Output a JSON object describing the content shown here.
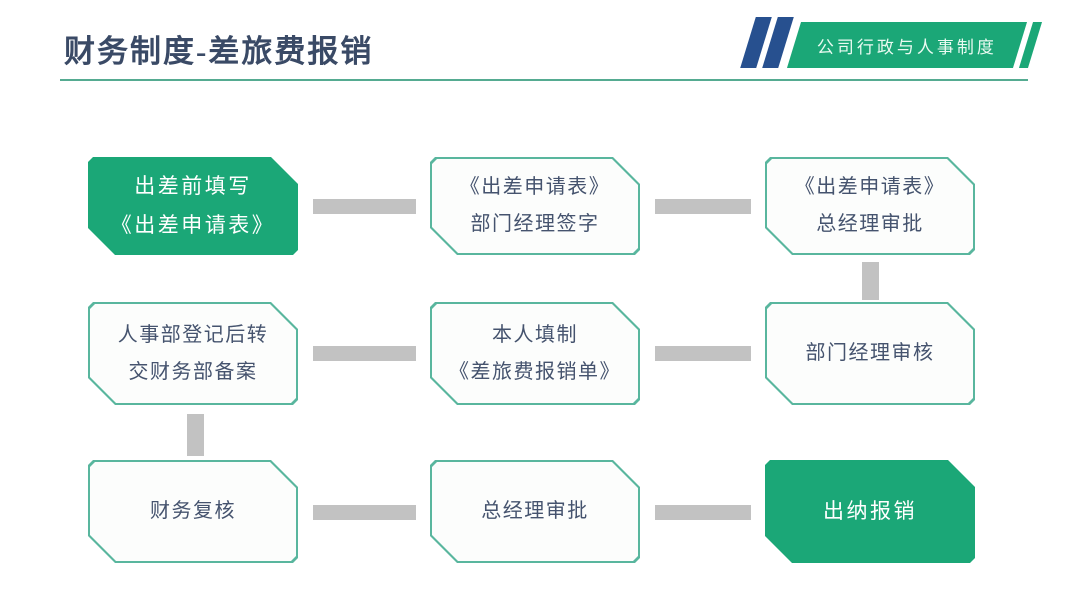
{
  "header": {
    "title": "财务制度-差旅费报销",
    "badge_label": "公司行政与人事制度"
  },
  "flow": {
    "boxes": [
      {
        "name": "flow-box-pretrip-form",
        "variant": "solid",
        "line1": "出差前填写",
        "line2": "《出差申请表》"
      },
      {
        "name": "flow-box-dept-manager-sign",
        "variant": "outline",
        "line1": "《出差申请表》",
        "line2": "部门经理签字"
      },
      {
        "name": "flow-box-gm-approve-form",
        "variant": "outline",
        "line1": "《出差申请表》",
        "line2": "总经理审批"
      },
      {
        "name": "flow-box-hr-register",
        "variant": "outline",
        "line1": "人事部登记后转",
        "line2": "交财务部备案"
      },
      {
        "name": "flow-box-self-fill-claim",
        "variant": "outline",
        "line1": "本人填制",
        "line2": "《差旅费报销单》"
      },
      {
        "name": "flow-box-dept-manager-review",
        "variant": "outline",
        "line1": "部门经理审核",
        "line2": ""
      },
      {
        "name": "flow-box-finance-recheck",
        "variant": "outline",
        "line1": "财务复核",
        "line2": ""
      },
      {
        "name": "flow-box-gm-approve",
        "variant": "outline",
        "line1": "总经理审批",
        "line2": ""
      },
      {
        "name": "flow-box-cashier-reimburse",
        "variant": "solid",
        "line1": "出纳报销",
        "line2": ""
      }
    ]
  },
  "colors": {
    "accent_green": "#1ba777",
    "outline_teal": "#59b69e",
    "text_navy": "#45536e",
    "title_navy": "#3a4a66",
    "connector_gray": "#c2c2c2",
    "slash_blue": "#27508f",
    "divider_teal": "#55ab91"
  }
}
